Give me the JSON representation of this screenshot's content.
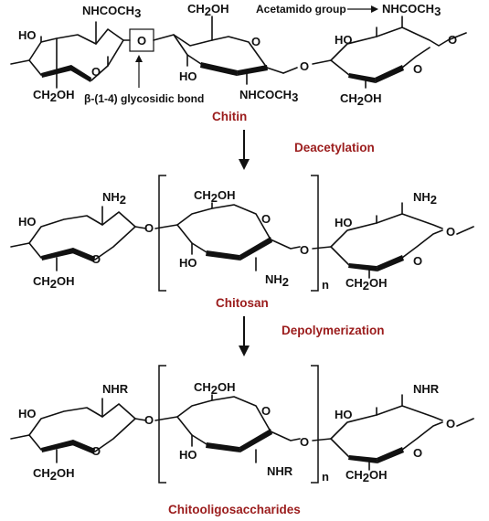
{
  "titles": {
    "chitin": "Chitin",
    "deacetylation": "Deacetylation",
    "chitosan": "Chitosan",
    "depolymerization": "Depolymerization",
    "cos": "Chitooligosaccharides"
  },
  "annotations": {
    "acetamido": "Acetamido group",
    "glycosidic": "β-(1-4) glycosidic bond"
  },
  "groups": {
    "ho": "HO",
    "o": "O",
    "n": "n",
    "ch2oh_a": "CH",
    "ch2oh_sub": "2",
    "ch2oh_b": "OH",
    "nh2_a": "NH",
    "nh2_sub": "2",
    "nhcoch3_a": "NHCOCH",
    "nhcoch3_sub": "3",
    "nhr": "NHR"
  },
  "colors": {
    "title": "#9b1c1c",
    "ink": "#111111"
  }
}
